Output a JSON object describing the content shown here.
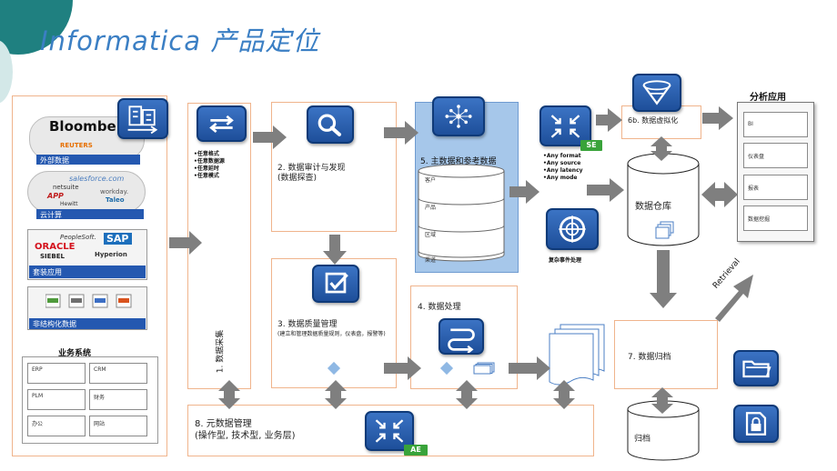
{
  "page": {
    "title": "Informatica 产品定位",
    "colors": {
      "title": "#3b7fc4",
      "accent_teal": "#1f8080",
      "border_orange": "#f0b48c",
      "tile_blue": "#2458b0",
      "arrow_gray": "#7f7f7f",
      "mdm_fill": "#a6c7ea"
    }
  },
  "sources": {
    "external_label": "外部数据",
    "cloud_label": "云计算",
    "packaged_label": "套装应用",
    "unstructured_label": "非结构化数据",
    "logos": {
      "bloomberg": "Bloomberg",
      "reuters": "REUTERS",
      "salesforce": "salesforce.com",
      "netsuite": "netsuite",
      "workday": "workday.",
      "app": "APP",
      "taleo": "Taleo",
      "hewitt": "Hewitt",
      "peoplesoft": "PeopleSoft.",
      "sap": "SAP",
      "oracle": "ORACLE",
      "siebel": "SIEBEL",
      "hyperion": "Hyperion"
    },
    "business_title": "业务系统",
    "business_systems": [
      "ERP",
      "CRM",
      "PLM",
      "财务",
      "办公",
      "网站"
    ]
  },
  "acquisition": {
    "bullets": [
      "•任意格式",
      "•任意数据源",
      "•任意延时",
      "•任意模式"
    ],
    "caption": "1. 数据采集"
  },
  "audit": {
    "caption_line1": "2. 数据审计与发现",
    "caption_line2": "(数据探查)"
  },
  "quality": {
    "caption_line1": "3. 数据质量管理",
    "caption_line2": "(建立和管理数据质量规则，仪表盘，报警等)"
  },
  "mdm": {
    "caption": "5. 主数据和参考数据",
    "items": [
      "客户",
      "产品",
      "区域",
      "渠道"
    ]
  },
  "processing": {
    "caption": "4. 数据处理"
  },
  "se": {
    "badge": "SE",
    "bullets": [
      "•Any format",
      "•Any source",
      "•Any latency",
      "•Any mode"
    ]
  },
  "cep": {
    "caption": "复杂事件处理"
  },
  "virtualization": {
    "caption": "6b. 数据虚拟化"
  },
  "warehouse": {
    "caption": "数据仓库"
  },
  "analytics": {
    "title": "分析应用",
    "items": [
      "BI",
      "仪表盘",
      "报表",
      "数据挖掘"
    ]
  },
  "retrieval": {
    "label": "Retrieval"
  },
  "archive": {
    "caption": "7. 数据归档",
    "cylinder_label": "归档"
  },
  "metadata": {
    "caption_line1": "8. 元数据管理",
    "caption_line2": "(操作型, 技术型, 业务层)",
    "badge": "AE"
  }
}
